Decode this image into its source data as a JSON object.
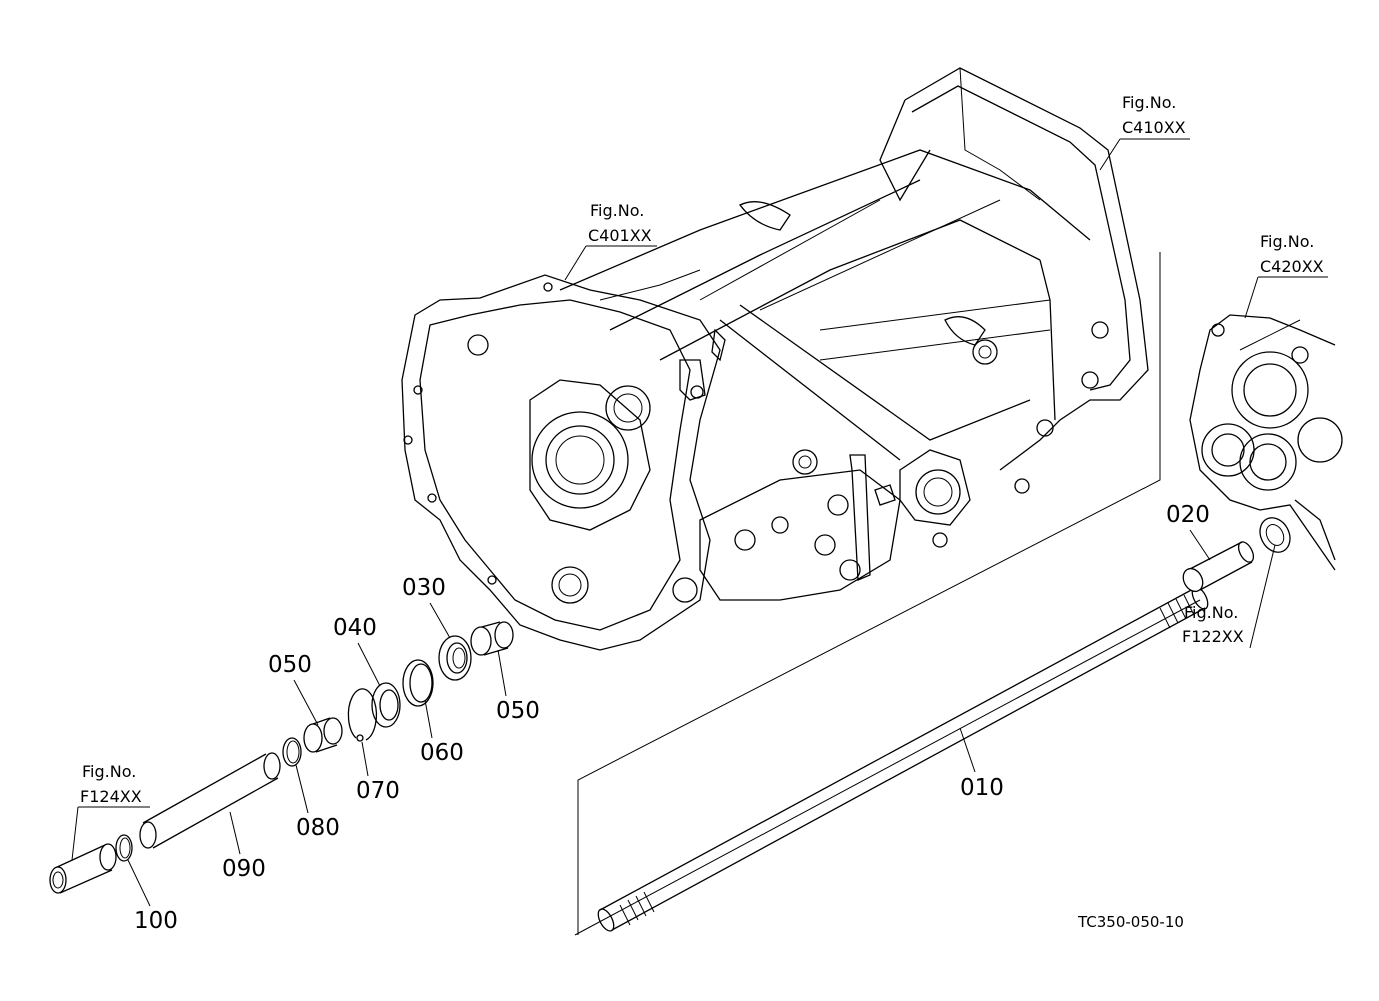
{
  "figure_refs": [
    {
      "id": "c410",
      "line1": "Fig.No.",
      "line2": "C410XX"
    },
    {
      "id": "c401",
      "line1": "Fig.No.",
      "line2": "C401XX"
    },
    {
      "id": "c420",
      "line1": "Fig.No.",
      "line2": "C420XX"
    },
    {
      "id": "f122",
      "line1": "Fig.No.",
      "line2": "F122XX"
    },
    {
      "id": "f124",
      "line1": "Fig.No.",
      "line2": "F124XX"
    }
  ],
  "parts": {
    "p010": "010",
    "p020": "020",
    "p030": "030",
    "p040": "040",
    "p050a": "050",
    "p050b": "050",
    "p060": "060",
    "p070": "070",
    "p080": "080",
    "p090": "090",
    "p100": "100"
  },
  "drawing_code": "TC350-050-10"
}
